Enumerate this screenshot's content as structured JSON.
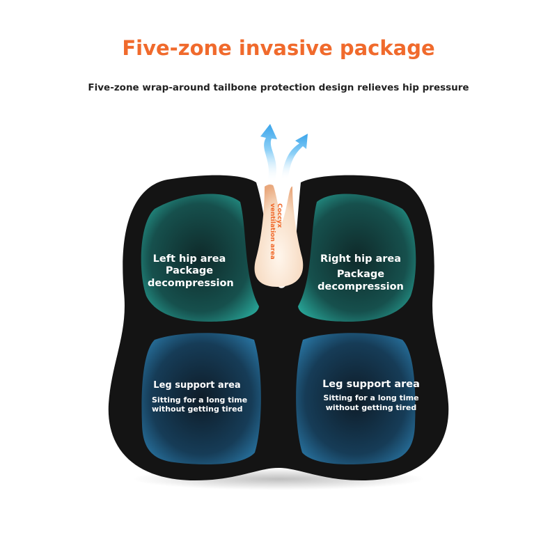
{
  "heading": {
    "title": "Five-zone invasive package",
    "subtitle": "Five-zone wrap-around tailbone protection design relieves hip pressure"
  },
  "zones": {
    "left_hip": {
      "name": "Left hip area",
      "line1": "Package",
      "line2": "decompression"
    },
    "right_hip": {
      "name": "Right hip area",
      "line1": "Package",
      "line2": "decompression"
    },
    "coccyx": {
      "line1": "Coccyx",
      "line2": "ventilation area"
    },
    "left_leg": {
      "name": "Leg support area",
      "line1": "Sitting for a long time",
      "line2": "without getting tired"
    },
    "right_leg": {
      "name": "Leg support area",
      "line1": "Sitting for a long time",
      "line2": "without getting tired"
    }
  },
  "colors": {
    "title": "#f06a2c",
    "hip_zone": "#1f7a73",
    "leg_zone": "#1d5f86",
    "cushion": "#141414",
    "arrow": "#5ab6ef"
  }
}
